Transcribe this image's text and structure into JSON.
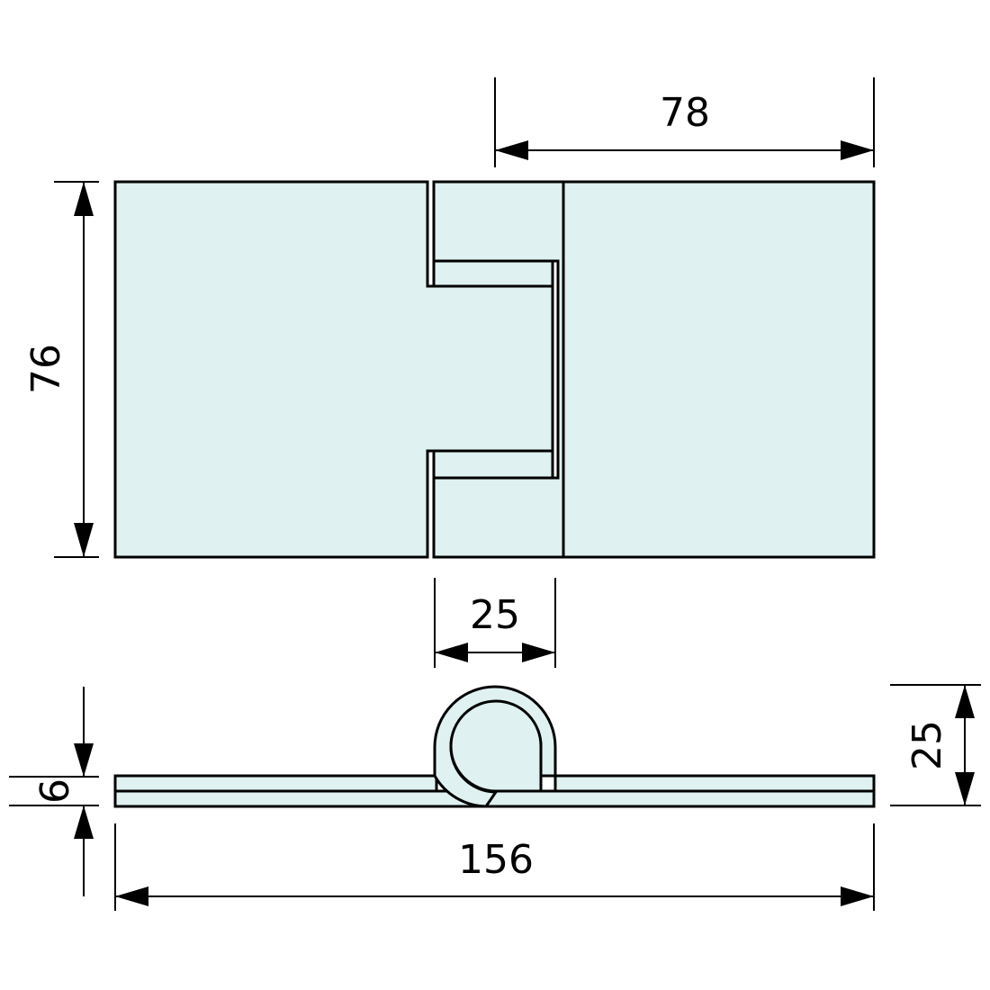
{
  "drawing": {
    "title": "Hinge dimensional drawing",
    "colors": {
      "fill": "#dff1f1",
      "stroke": "#000000",
      "background": "#ffffff"
    },
    "dimensions": {
      "leaf_width": "78",
      "height": "76",
      "knuckle_width": "25",
      "thickness": "6",
      "knuckle_height": "25",
      "overall_length": "156"
    }
  }
}
